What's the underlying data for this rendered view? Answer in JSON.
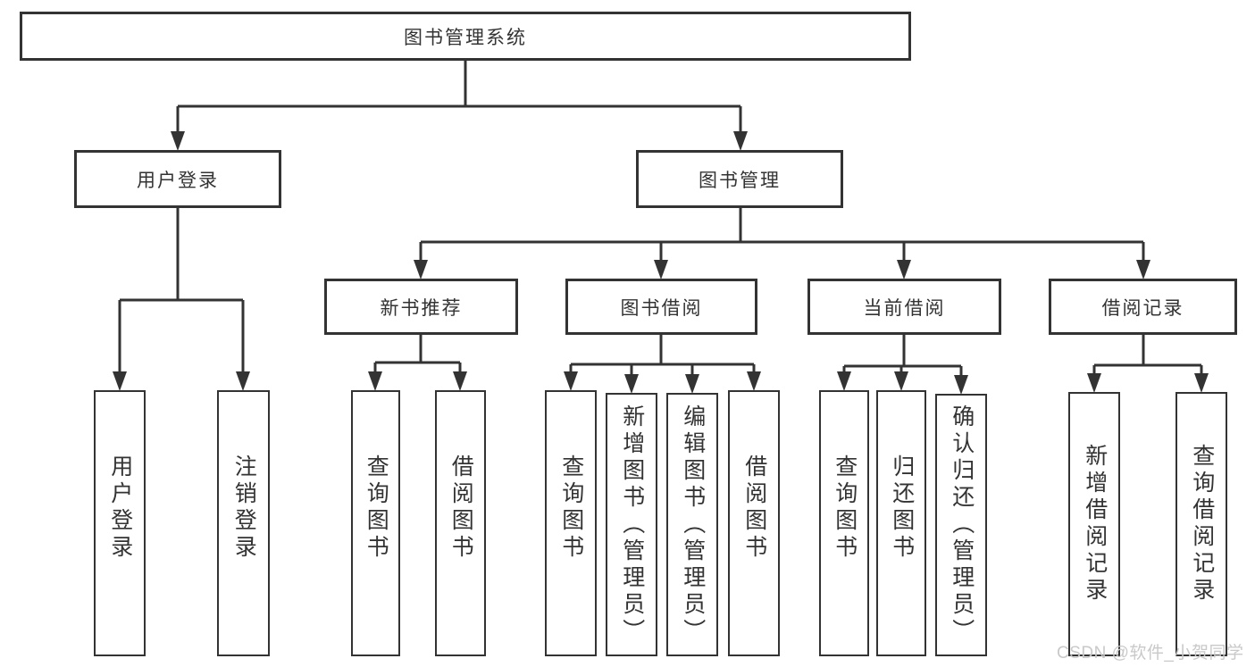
{
  "nodes": {
    "root": {
      "label": "图书管理系统"
    },
    "user_login": {
      "label": "用户登录"
    },
    "book_mgmt": {
      "label": "图书管理"
    },
    "new_book_rec": {
      "label": "新书推荐"
    },
    "book_borrow": {
      "label": "图书借阅"
    },
    "current_borrow": {
      "label": "当前借阅"
    },
    "borrow_record": {
      "label": "借阅记录"
    },
    "ul_user_login": {
      "label": "用户登录"
    },
    "ul_logout": {
      "label": "注销登录"
    },
    "nb_query_book": {
      "label": "查询图书"
    },
    "nb_borrow_book": {
      "label": "借阅图书"
    },
    "bb_query_book": {
      "label": "查询图书"
    },
    "bb_add_book": {
      "label": "新增图书（管理员）"
    },
    "bb_edit_book": {
      "label": "编辑图书（管理员）"
    },
    "bb_borrow_book": {
      "label": "借阅图书"
    },
    "cb_query_book": {
      "label": "查询图书"
    },
    "cb_return_book": {
      "label": "归还图书"
    },
    "cb_confirm_return": {
      "label": "确认归还（管理员）"
    },
    "br_add_record": {
      "label": "新增借阅记录"
    },
    "br_query_record": {
      "label": "查询借阅记录"
    }
  },
  "hierarchy": {
    "root": [
      "user_login",
      "book_mgmt"
    ],
    "user_login": [
      "ul_user_login",
      "ul_logout"
    ],
    "book_mgmt": [
      "new_book_rec",
      "book_borrow",
      "current_borrow",
      "borrow_record"
    ],
    "new_book_rec": [
      "nb_query_book",
      "nb_borrow_book"
    ],
    "book_borrow": [
      "bb_query_book",
      "bb_add_book",
      "bb_edit_book",
      "bb_borrow_book"
    ],
    "current_borrow": [
      "cb_query_book",
      "cb_return_book",
      "cb_confirm_return"
    ],
    "borrow_record": [
      "br_add_record",
      "br_query_record"
    ]
  },
  "watermark": {
    "text": "CSDN @软件_小贺同学"
  },
  "colors": {
    "line": "#333333",
    "box_border": "#333333",
    "text": "#333333",
    "background": "#ffffff",
    "watermark": "#c9c9c9"
  }
}
